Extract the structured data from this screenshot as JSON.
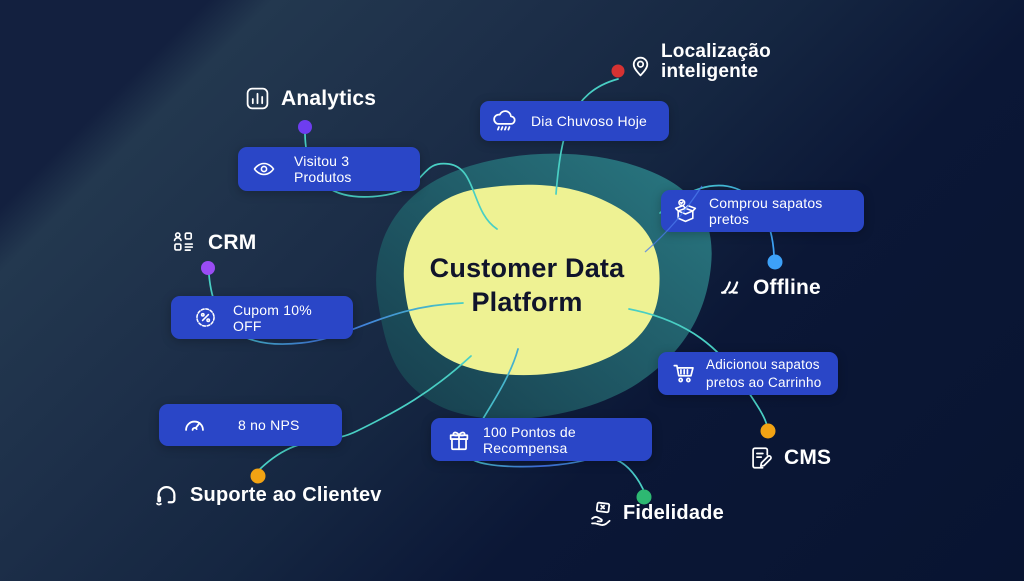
{
  "center": {
    "title": "Customer Data Platform"
  },
  "nodes": {
    "analytics": {
      "label": "Analytics"
    },
    "location": {
      "label": "Localização inteligente"
    },
    "crm": {
      "label": "CRM"
    },
    "offline": {
      "label": "Offline"
    },
    "cms": {
      "label": "CMS"
    },
    "fidelidade": {
      "label": "Fidelidade"
    },
    "suporte": {
      "label": "Suporte ao Clientev"
    }
  },
  "badges": {
    "visitou": {
      "text": "Visitou 3 Produtos"
    },
    "dia": {
      "text": "Dia Chuvoso Hoje"
    },
    "cupom": {
      "text": "Cupom 10% OFF"
    },
    "comprou": {
      "text": "Comprou sapatos pretos"
    },
    "nps": {
      "text": "8 no NPS"
    },
    "adicionou": {
      "text": "Adicionou sapatos pretos ao Carrinho"
    },
    "pontos": {
      "text": "100 Pontos de Recompensa"
    }
  },
  "icons": {
    "analytics": "bar-chart-icon",
    "location": "map-pin-icon",
    "crm": "contacts-icon",
    "offline": "offline-strokes-icon",
    "cms": "document-edit-icon",
    "fidelidade": "hand-card-icon",
    "suporte": "headset-icon",
    "visitou": "eye-icon",
    "dia": "rain-cloud-icon",
    "cupom": "discount-seal-icon",
    "comprou": "open-box-check-icon",
    "nps": "gauge-icon",
    "adicionou": "shopping-cart-icon",
    "pontos": "gift-icon"
  },
  "dots": {
    "analytics": {
      "color": "#6e3df0"
    },
    "location": {
      "color": "#d63232"
    },
    "crm": {
      "color": "#9a4cf5"
    },
    "offline": {
      "color": "#3da1f8"
    },
    "cms": {
      "color": "#f2a313"
    },
    "suporte": {
      "color": "#f2a313"
    },
    "fidelidade": {
      "color": "#2eb872"
    }
  },
  "colors": {
    "badge_bg": "#2a46c7",
    "line_teal": "#49cfc4",
    "line_blue": "#3f6ee0",
    "blob_yellow": "#eef293",
    "blob_teal_light": "#28747e",
    "blob_teal_dark": "#173f4e",
    "background_dark": "#0b1736",
    "background_band": "#23384f",
    "text_white": "#ffffff",
    "title_text": "#10142b"
  }
}
